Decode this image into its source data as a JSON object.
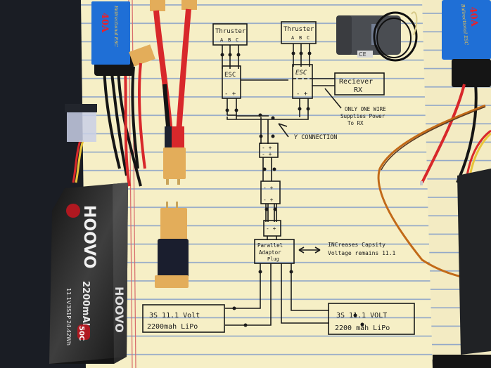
{
  "colors": {
    "table": "#1a1d24",
    "paper": "#f6efc6",
    "paper_line": "#8fa6c8",
    "margin_line": "#d86a6a",
    "ink": "#1b1b1b",
    "esc_blue": "#1f6fd6",
    "esc_label_red": "#e8212b",
    "esc_label_yellow": "#f2c64b",
    "xt60_yellow": "#e3ad5a",
    "wire_red": "#d8282b",
    "wire_black": "#151515",
    "battery_black": "#141414",
    "battery_red": "#b01820"
  },
  "diagram": {
    "thrusters": [
      {
        "title": "Thruster",
        "pins": [
          "A",
          "B",
          "C"
        ]
      },
      {
        "title": "Thruster",
        "pins": [
          "A",
          "B",
          "C"
        ]
      }
    ],
    "escs": [
      {
        "label": "ESC",
        "terminals": "- +"
      },
      {
        "label": "ESC",
        "terminals": "- +"
      }
    ],
    "receiver": {
      "line1": "Reciever",
      "line2": "RX"
    },
    "rx_note": [
      "ONLY ONE WIRE",
      "Supplies Power",
      "To RX"
    ],
    "y_connection_label": "Y CONNECTION",
    "connector_blocks": [
      {
        "top": "- +",
        "bottom": "- +"
      },
      {
        "top": "- +",
        "bottom": "- +"
      },
      {
        "top": "- +",
        "bottom": ""
      }
    ],
    "parallel_adaptor": {
      "line1": "Parallel",
      "line2": "Adaptor",
      "line3": "Plug"
    },
    "adaptor_note": [
      "INCreases Capsity",
      "Voltage remains 11.1"
    ],
    "batteries": [
      {
        "line1": "3S 11.1 Volt",
        "line2": "2200mah LiPo"
      },
      {
        "line1": "3S 11.1 VOLT",
        "line2": "2200 mah LiPo"
      }
    ]
  },
  "props": {
    "esc_left": {
      "rating": "40A",
      "text": "Bidirectional ESC"
    },
    "esc_right": {
      "rating": "40A",
      "text": "Bidirectional ESC"
    },
    "battery": {
      "brand": "HOOVO",
      "capacity": "2200mAh",
      "c_rating": "50C",
      "voltage": "11.1V",
      "config": "3S1P",
      "energy": "24.42Wh"
    },
    "receiver_label": "CE"
  }
}
